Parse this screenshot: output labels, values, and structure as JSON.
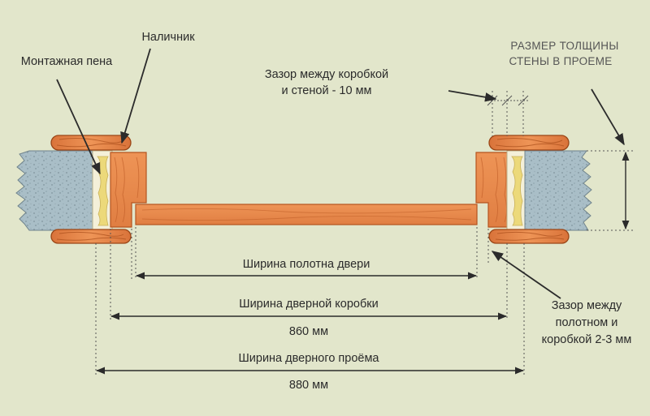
{
  "labels": {
    "casing": "Наличник",
    "foam": "Монтажная пена",
    "gap_wall": [
      "Зазор между коробкой",
      "и стеной - 10 мм"
    ],
    "wall_thickness": [
      "РАЗМЕР ТОЛЩИНЫ",
      "СТЕНЫ В ПРОЕМЕ"
    ],
    "gap_leaf": [
      "Зазор между",
      "полотном и",
      "коробкой 2-3 мм"
    ]
  },
  "dimensions": {
    "leaf_width": {
      "label": "Ширина полотна двери"
    },
    "frame_width": {
      "label": "Ширина дверной коробки",
      "value": "860 мм"
    },
    "opening_width": {
      "label": "Ширина дверного проёма",
      "value": "880 мм"
    }
  },
  "colors": {
    "background": "#e2e6cb",
    "wood": "#e98a4c",
    "wood_edge": "#b5541f",
    "concrete": "#a9bec7",
    "foam": "#f0e0a0",
    "casing": "#d9773b"
  }
}
